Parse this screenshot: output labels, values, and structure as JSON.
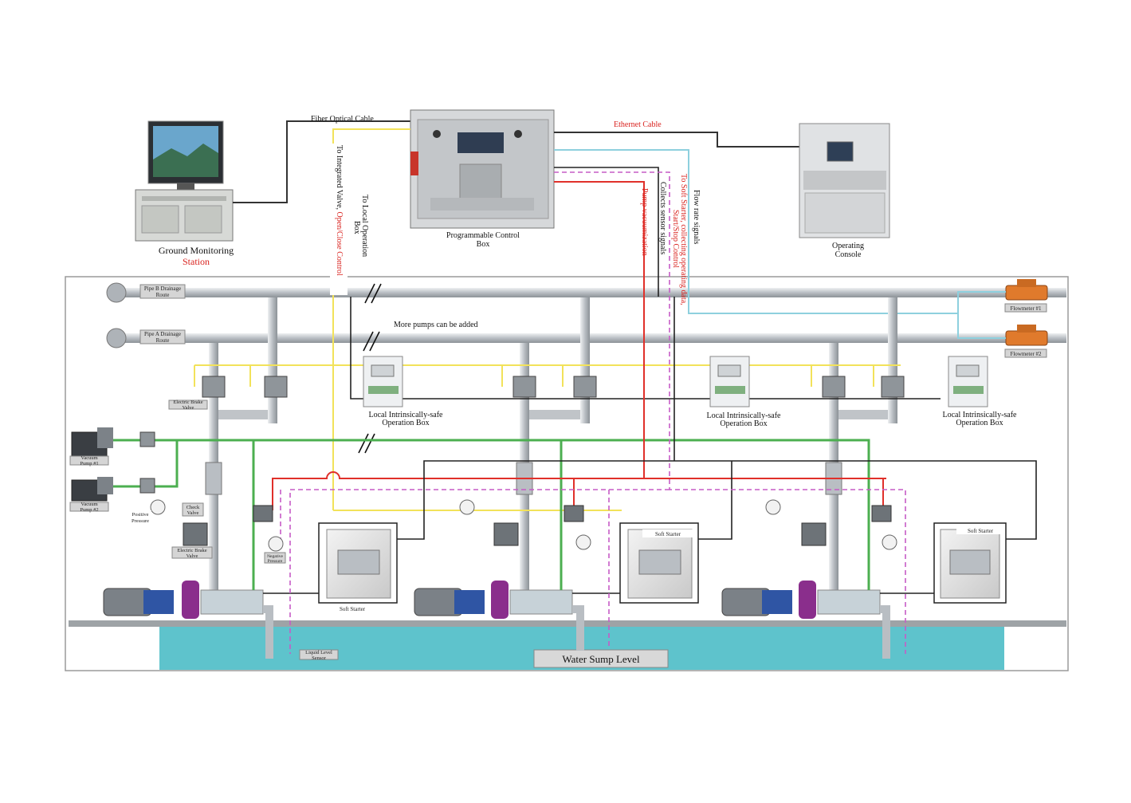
{
  "title_labels": {
    "fiber_cable": "Fiber Optical Cable",
    "ethernet_cable": "Ethernet Cable",
    "ground_station_1": "Ground Monitoring",
    "ground_station_2": "Station",
    "plc_box_1": "Programmable Control",
    "plc_box_2": "Box",
    "console_1": "Operating",
    "console_2": "Console",
    "more_pumps": "More pumps can be added",
    "water_sump": "Water Sump Level"
  },
  "vertical_labels": {
    "integrated_valve_black": "To Integrated Valve, ",
    "integrated_valve_red": "Open/Close Control",
    "local_box_1": "To Local Operation",
    "local_box_2": "Box",
    "pump_vac": "Pump vacuumization",
    "collects": "Collects sensor signals",
    "soft_starter_1": "To Soft Starter, collecting operating data,",
    "soft_starter_2": "Start/Stop Control",
    "flow_rate": "Flow rate signals"
  },
  "tags": {
    "pipe_b_1": "Pipe B Drainage",
    "pipe_b_2": "Route",
    "pipe_a_1": "Pipe A Drainage",
    "pipe_a_2": "Route",
    "flowmeter_1": "Flowmeter #1",
    "flowmeter_2": "Flowmeter #2",
    "brake_valve_top_1": "Electric Brake",
    "brake_valve_top_2": "Valve",
    "vac_pump1_1": "Vacuum",
    "vac_pump1_2": "Pump #1",
    "vac_pump2_1": "Vacuum",
    "vac_pump2_2": "Pump #2",
    "pos_pressure_1": "Positive",
    "pos_pressure_2": "Pressure",
    "check_valve_1": "Check",
    "check_valve_2": "Valve",
    "brake_valve_bot_1": "Electric Brake",
    "brake_valve_bot_2": "Valve",
    "neg_pressure_1": "Negative",
    "neg_pressure_2": "Pressure",
    "level_sensor_1": "Liquid Level",
    "level_sensor_2": "Sensor",
    "soft_starter_1": "Soft Starter",
    "soft_starter_2": "Soft Starter",
    "soft_starter_3": "Soft Starter"
  },
  "local_boxes": [
    {
      "line1": "Local Intrinsically-safe",
      "line2": "Operation Box"
    },
    {
      "line1": "Local Intrinsically-safe",
      "line2": "Operation Box"
    },
    {
      "line1": "Local Intrinsically-safe",
      "line2": "Operation Box"
    }
  ],
  "colors": {
    "fiber": "#333333",
    "ethernet": "#333333",
    "control_yellow": "#f2e25a",
    "sensor_magenta": "#c65cc6",
    "power_red": "#e0302a",
    "flow_blue": "#8ed0de",
    "vacuum_green": "#4caf50",
    "water": "#5ec3cc",
    "pipe": "#c9cdd1"
  }
}
